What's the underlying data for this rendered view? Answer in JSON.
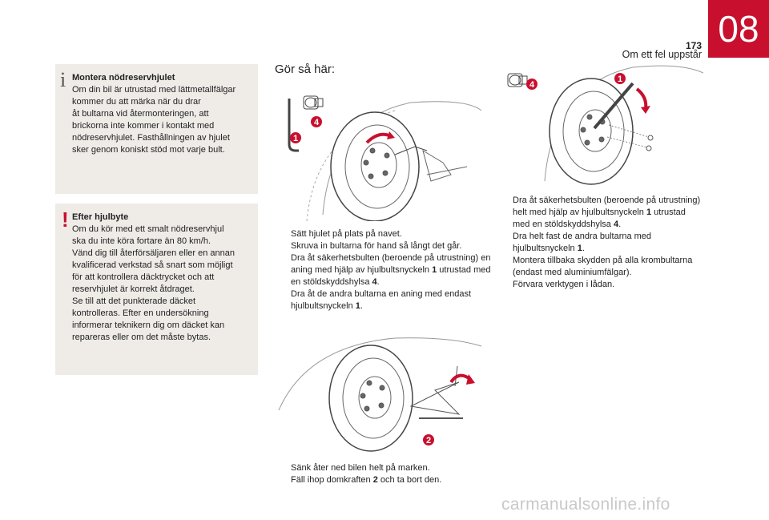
{
  "header": {
    "chapter": "08",
    "page_number": "173",
    "section_title": "Om ett fel uppstår"
  },
  "info_box": {
    "icon": "i",
    "heading": "Montera nödreservhjulet",
    "lines": [
      "Om din bil är utrustad med lättmetallfälgar",
      "kommer du att märka när du drar",
      "åt bultarna vid återmonteringen, att",
      "brickorna inte kommer i kontakt med",
      "nödreservhjulet. Fasthållningen av hjulet",
      "sker genom koniskt stöd mot varje bult."
    ]
  },
  "warning_box": {
    "icon": "!",
    "heading": "Efter hjulbyte",
    "lines": [
      "Om du kör med ett smalt nödreservhjul",
      "ska du inte köra fortare än 80 km/h.",
      "Vänd dig till återförsäljaren eller en annan",
      "kvalificerad verkstad så snart som möjligt",
      "för att kontrollera däcktrycket och att",
      "reservhjulet är korrekt åtdraget.",
      "Se till att det punkterade däcket",
      "kontrolleras. Efter en undersökning",
      "informerar teknikern dig om däcket kan",
      "repareras eller om det måste bytas."
    ]
  },
  "how_to": {
    "title": "Gör så här:",
    "callouts": {
      "wrench": "1",
      "jack": "2",
      "socket": "4"
    },
    "steps_group1": [
      {
        "text": "Sätt hjulet på plats på navet."
      },
      {
        "text": "Skruva in bultarna för hand så långt det går."
      },
      {
        "pre": "Dra åt säkerhetsbulten (beroende på utrustning) en aning med hjälp av hjulbultsnyckeln ",
        "num1": "1",
        "mid": " utrustad med en stöldskyddshylsa ",
        "num2": "4",
        "post": "."
      },
      {
        "pre": "Dra åt de andra bultarna en aning med endast hjulbultsnyckeln ",
        "num1": "1",
        "post": "."
      }
    ],
    "steps_group2": [
      {
        "text": "Sänk åter ned bilen helt på marken."
      },
      {
        "pre": "Fäll ihop domkraften ",
        "num1": "2",
        "post": " och ta bort den."
      }
    ],
    "steps_group3": [
      {
        "pre": "Dra åt säkerhetsbulten (beroende på utrustning) helt med hjälp av hjulbultsnyckeln ",
        "num1": "1",
        "mid": " utrustad med en stöldskyddshylsa ",
        "num2": "4",
        "post": "."
      },
      {
        "pre": "Dra helt fast de andra bultarna med hjulbultsnyckeln ",
        "num1": "1",
        "post": "."
      },
      {
        "text": "Montera tillbaka skydden på alla krombultarna (endast med aluminiumfälgar)."
      },
      {
        "text": "Förvara verktygen i lådan."
      }
    ],
    "bullet": ""
  },
  "watermark": "carmanualsonline.info",
  "colors": {
    "accent": "#c8102e",
    "box_bg": "#efece8"
  }
}
